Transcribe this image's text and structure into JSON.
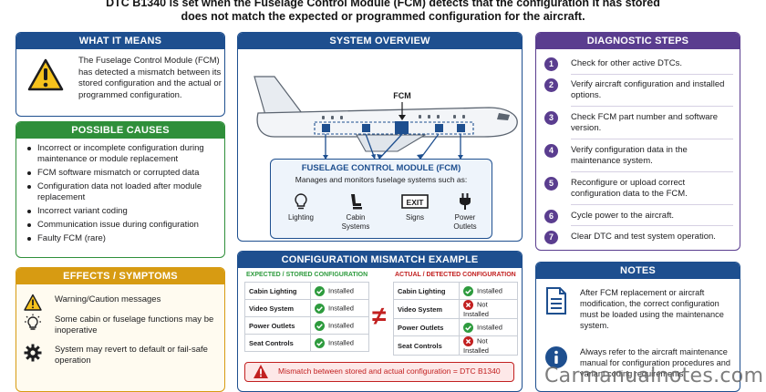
{
  "intro": {
    "line1": "DTC B1340 is set when the Fuselage Control Module (FCM) detects that the configuration it has stored",
    "line2": "does not match the expected or programmed configuration for the aircraft."
  },
  "what_it_means": {
    "title": "WHAT IT MEANS",
    "text": "The Fuselage Control Module (FCM) has detected a mismatch between its stored configuration and the actual or programmed configuration."
  },
  "possible_causes": {
    "title": "POSSIBLE CAUSES",
    "items": [
      "Incorrect or incomplete configuration during maintenance or module replacement",
      "FCM software mismatch or corrupted data",
      "Configuration data not loaded after module replacement",
      "Incorrect variant coding",
      "Communication issue during configuration",
      "Faulty FCM (rare)"
    ]
  },
  "effects": {
    "title": "EFFECTS / SYMPTOMS",
    "items": [
      "Warning/Caution messages",
      "Some cabin or fuselage functions may be inoperative",
      "System may revert to default or fail-safe operation"
    ]
  },
  "system_overview": {
    "title": "SYSTEM OVERVIEW",
    "fcm_label": "FCM",
    "box_title": "FUSELAGE CONTROL MODULE (FCM)",
    "box_subtitle": "Manages and monitors fuselage systems such as:",
    "exit_sign": "EXIT",
    "systems": [
      "Lighting",
      "Cabin Systems",
      "Signs",
      "Power Outlets"
    ]
  },
  "config_example": {
    "title": "CONFIGURATION MISMATCH EXAMPLE",
    "expected_header": "EXPECTED / STORED CONFIGURATION",
    "actual_header": "ACTUAL / DETECTED CONFIGURATION",
    "expected": [
      {
        "name": "Cabin Lighting",
        "status": "Installed"
      },
      {
        "name": "Video System",
        "status": "Installed"
      },
      {
        "name": "Power Outlets",
        "status": "Installed"
      },
      {
        "name": "Seat Controls",
        "status": "Installed"
      }
    ],
    "actual": [
      {
        "name": "Cabin Lighting",
        "status": "Installed"
      },
      {
        "name": "Video System",
        "status": "Not Installed"
      },
      {
        "name": "Power Outlets",
        "status": "Installed"
      },
      {
        "name": "Seat Controls",
        "status": "Not Installed"
      }
    ],
    "neq_symbol": "≠",
    "footer": "Mismatch between stored and actual configuration = DTC B1340"
  },
  "diagnostic_steps": {
    "title": "DIAGNOSTIC STEPS",
    "items": [
      "Check for other active DTCs.",
      "Verify aircraft configuration and installed options.",
      "Check FCM part number and software version.",
      "Verify configuration data in the maintenance system.",
      "Reconfigure or upload correct configuration data to the FCM.",
      "Cycle power to the aircraft.",
      "Clear DTC and test system operation."
    ]
  },
  "notes": {
    "title": "NOTES",
    "items": [
      "After FCM replacement or aircraft modification, the correct configuration must be loaded using the maintenance system.",
      "Always refer to the aircraft maintenance manual for configuration procedures and variant coding requirements."
    ]
  },
  "watermark": "Carmanualnotes.com",
  "colors": {
    "blue": "#1e4f8f",
    "green": "#2f8f3a",
    "amber": "#d79b12",
    "purple": "#5a3d8f",
    "red": "#c22020",
    "ok_green": "#2e9b3e"
  }
}
